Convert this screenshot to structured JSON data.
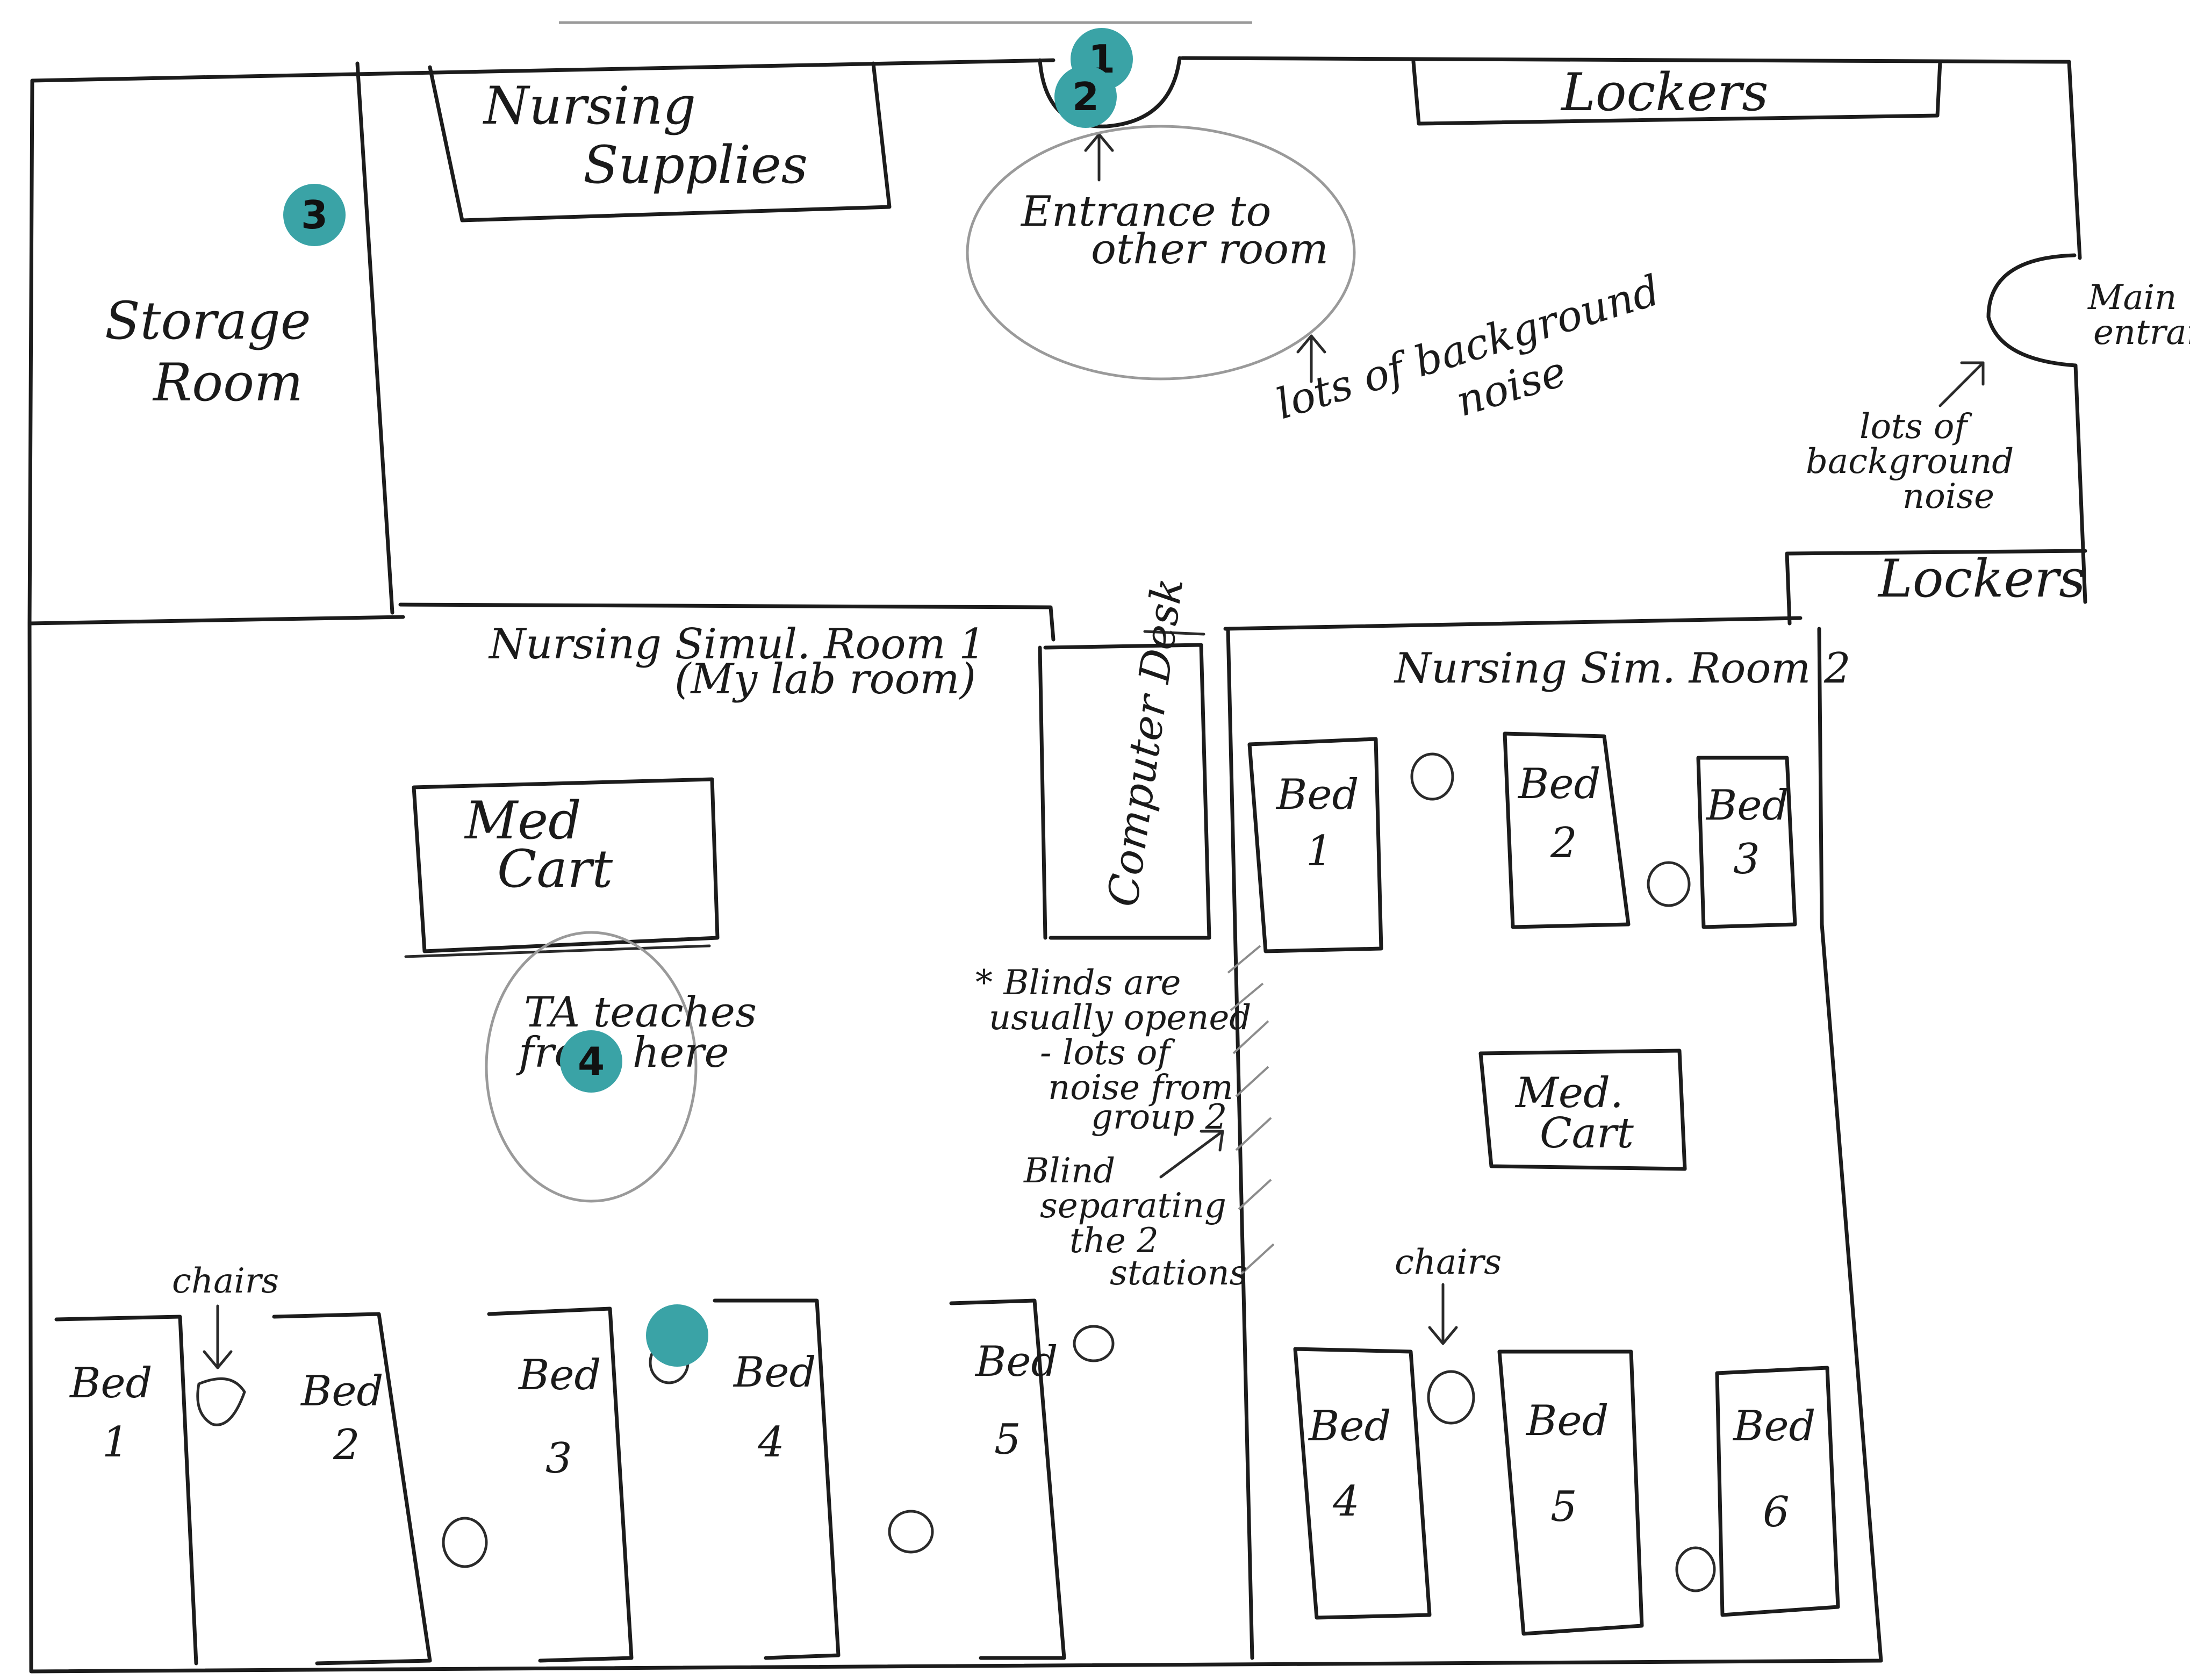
{
  "labels": {
    "nursing_supplies_1": "Nursing",
    "nursing_supplies_2": "Supplies",
    "lockers_top": "Lockers",
    "lockers_bottom": "Lockers",
    "entrance_1": "Entrance to",
    "entrance_2": "other room",
    "noise_center_1": "lots of background",
    "noise_center_2": "noise",
    "main_entrance_1": "Main",
    "main_entrance_2": "entran",
    "noise_right_1": "lots of",
    "noise_right_2": "background",
    "noise_right_3": "noise",
    "storage_1": "Storage",
    "storage_2": "Room",
    "room1_1": "Nursing Simul. Room 1",
    "room1_2": "(My lab room)",
    "room2": "Nursing Sim. Room 2",
    "computer_desk": "Computer Desk",
    "medcart1_1": "Med",
    "medcart1_2": "Cart",
    "medcart2_1": "Med.",
    "medcart2_2": "Cart",
    "ta_1": "TA teaches",
    "ta_2": "from here",
    "blinds_1": "* Blinds are",
    "blinds_2": "usually opened",
    "blinds_3": "- lots of",
    "blinds_4": "noise from",
    "blinds_5": "group 2",
    "blind_sep_1": "Blind",
    "blind_sep_2": "separating",
    "blind_sep_3": "the 2",
    "blind_sep_4": "stations",
    "chairs_left": "chairs",
    "chairs_right": "chairs"
  },
  "beds_room1": [
    {
      "word": "Bed",
      "num": "1"
    },
    {
      "word": "Bed",
      "num": "2"
    },
    {
      "word": "Bed",
      "num": "3"
    },
    {
      "word": "Bed",
      "num": "4"
    },
    {
      "word": "Bed",
      "num": "5"
    }
  ],
  "beds_room2_top": [
    {
      "word": "Bed",
      "num": "1"
    },
    {
      "word": "Bed",
      "num": "2"
    },
    {
      "word": "Bed",
      "num": "3"
    }
  ],
  "beds_room2_bottom": [
    {
      "word": "Bed",
      "num": "4"
    },
    {
      "word": "Bed",
      "num": "5"
    },
    {
      "word": "Bed",
      "num": "6"
    }
  ],
  "markers": [
    "1",
    "2",
    "3",
    "4",
    ""
  ],
  "colors": {
    "marker": "#3aa3a6",
    "ink": "#1c1c1c"
  }
}
